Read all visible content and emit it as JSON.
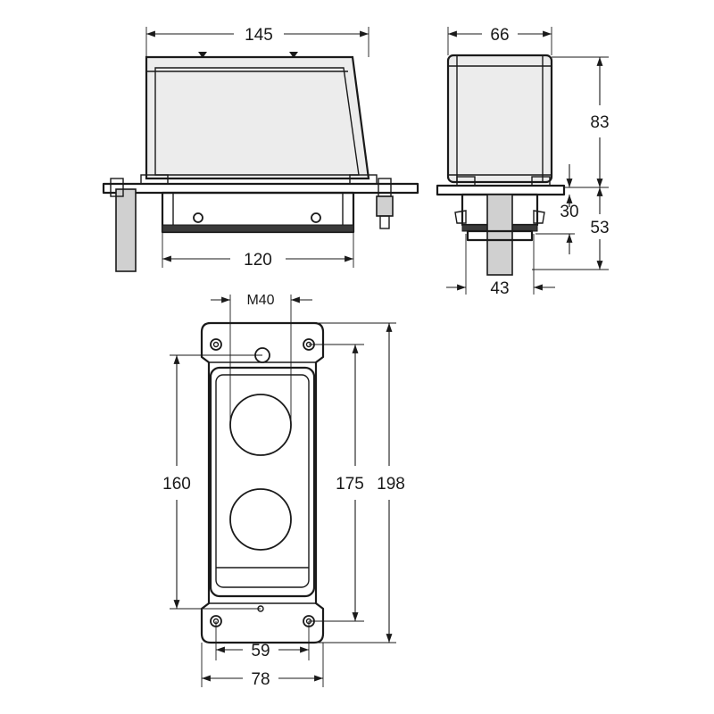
{
  "dimensions": {
    "front_width": "145",
    "front_inner_width": "120",
    "side_width": "66",
    "side_height": "83",
    "side_flange": "30",
    "side_lower": "53",
    "side_stub": "43",
    "thread": "M40",
    "plate_hole_pitch_v": "160",
    "plate_hole_pitch_v2": "175",
    "plate_height": "198",
    "plate_hole_pitch_h": "59",
    "plate_width": "78"
  }
}
